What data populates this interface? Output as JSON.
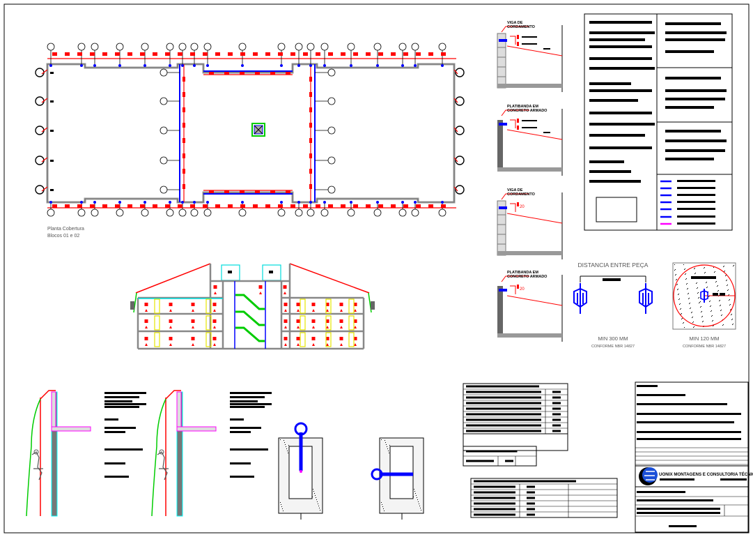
{
  "plan": {
    "title": "Planta Cobertura",
    "subtitle": "Blocos 01 e 02"
  },
  "details": {
    "viga_label_1": "VIGA DE",
    "viga_label_2": "CORDAMENTO",
    "platibanda_label_1": "PLATIBANDA EM",
    "platibanda_label_2": "CONCRETO ARMADO",
    "dim_20": "20"
  },
  "spacing": {
    "title": "DISTANCIA ENTRE  PEÇA",
    "min_300": "MIN 300 MM",
    "norm_300": "CONFORME NBR 14827",
    "min_120": "MIN 120 MM",
    "norm_120": "CONFORME NBR 14827"
  },
  "title_block": {
    "company": "UONIX MONTAGENS E CONSULTORIA TÉCNICA"
  },
  "colors": {
    "red": "#ff0000",
    "blue": "#0000ff",
    "green": "#00cc00",
    "magenta": "#ff00ff",
    "cyan": "#00ffff",
    "gray": "#8a8a8a",
    "yellow": "#ffff00"
  }
}
